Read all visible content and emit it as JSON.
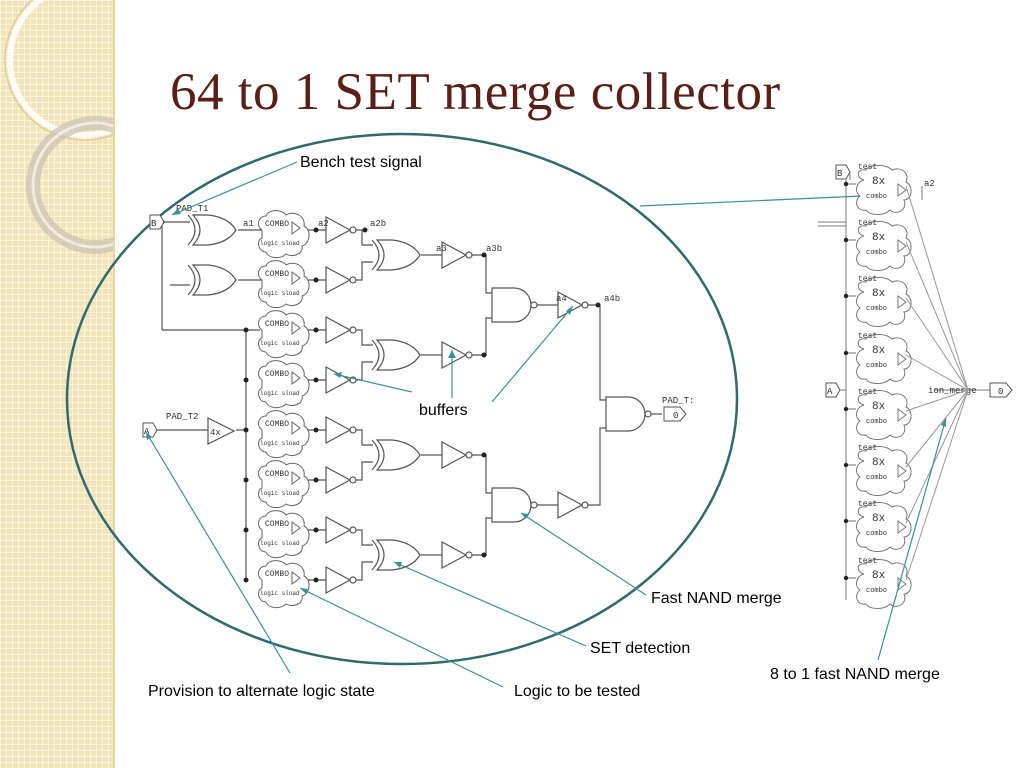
{
  "slide": {
    "title": "64 to 1 SET merge collector"
  },
  "callouts": {
    "bench_test_signal": "Bench test signal",
    "buffers": "buffers",
    "fast_nand_merge": "Fast NAND merge",
    "set_detection": "SET detection",
    "logic_to_be_tested": "Logic to be tested",
    "provision_alternate": "Provision to alternate logic state",
    "eight_to_one": "8 to 1 fast NAND merge"
  },
  "schematic_left": {
    "pad_t1": "PAD_T1",
    "pad_t2": "PAD_T2",
    "pad_out": "PAD_T:",
    "pin_b": "B",
    "pin_a": "A",
    "pin_zero": "0",
    "buffer_4x": "4x",
    "combo_label": "COMBO",
    "combo_sublabel": "logic sload",
    "nets": {
      "a1": "a1",
      "a2": "a2",
      "a2b": "a2b",
      "a3": "a3",
      "a3b": "a3b",
      "a4": "a4",
      "a4b": "a4b"
    }
  },
  "schematic_right": {
    "pin_b": "B",
    "pin_a": "A",
    "out_zero": "0",
    "net_a2": "a2",
    "merge_net": "ion_merge",
    "block_test": "test",
    "block_gain": "8x",
    "block_combo": "combo"
  },
  "colors": {
    "title": "#5a1f16",
    "ellipse": "#2e6a6e",
    "callout_line": "#3a8f9a",
    "wire": "#555555",
    "sidebar": "#f3e4b8"
  }
}
